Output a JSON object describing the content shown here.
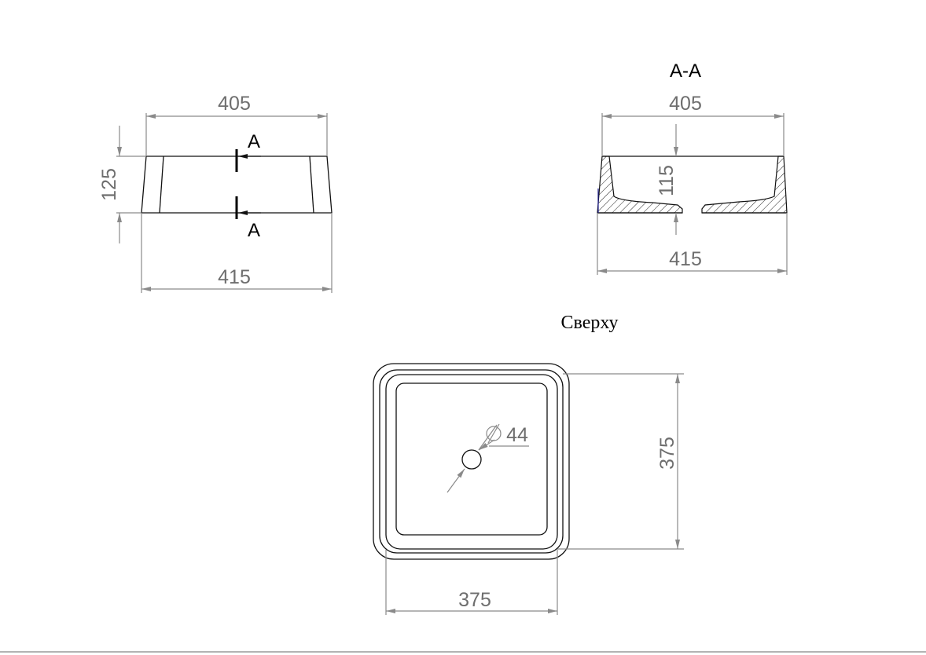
{
  "front_view": {
    "dim_top_width": "405",
    "dim_bottom_width": "415",
    "dim_height": "125",
    "section_mark_top": "A",
    "section_mark_bottom": "A"
  },
  "section_view": {
    "title": "A-A",
    "dim_top_width": "405",
    "dim_bottom_width": "415",
    "dim_depth": "115"
  },
  "top_view": {
    "title": "Сверху",
    "dim_width": "375",
    "dim_depth": "375",
    "drain_diameter": "44"
  },
  "colors": {
    "dimension": "#8a8a8a",
    "outline": "#111111"
  }
}
